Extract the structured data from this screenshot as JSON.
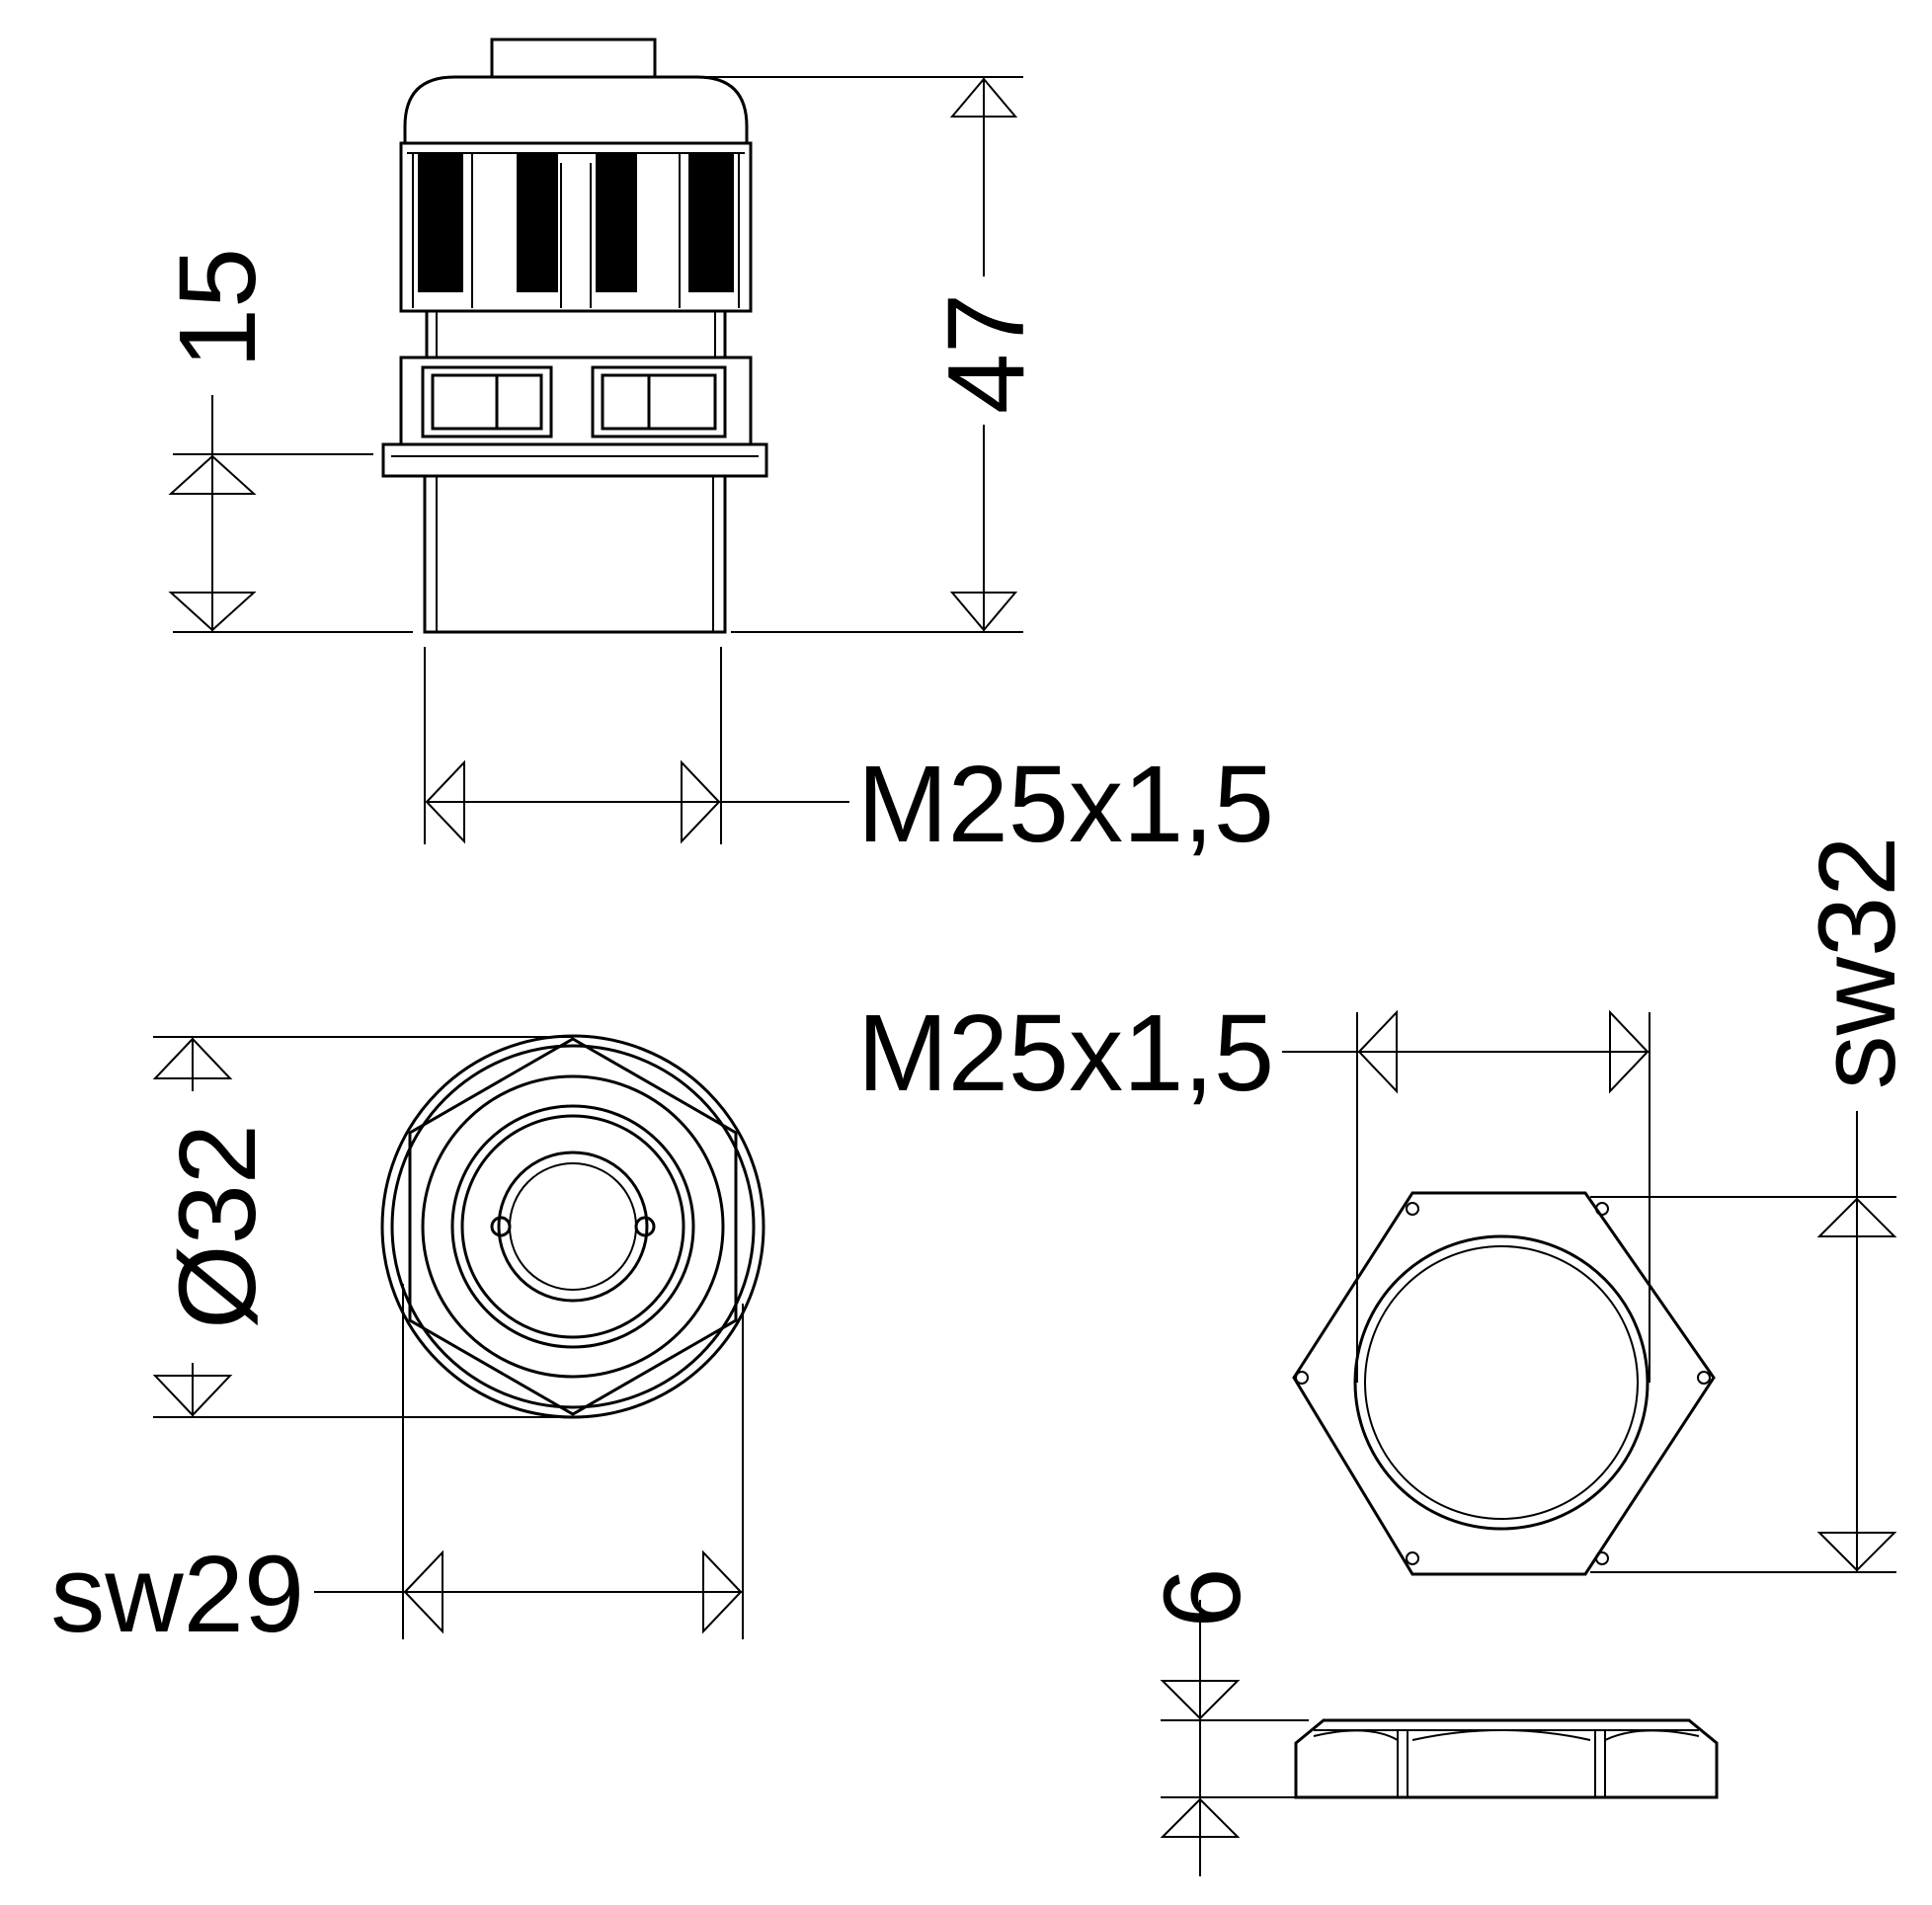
{
  "dimensions": {
    "overall_height": "47",
    "thread_length": "15",
    "thread_top": "M25x1,5",
    "seal_diameter": "Ø32",
    "wrench_gland": "sw29",
    "thread_nut": "M25x1,5",
    "wrench_nut": "sw32",
    "nut_height": "6"
  }
}
